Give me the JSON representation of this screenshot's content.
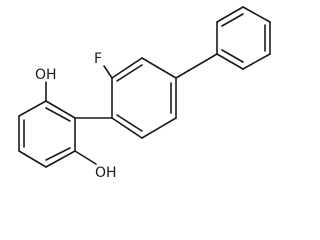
{
  "atoms": {
    "fluorine": "F",
    "hydroxyl_top": "OH",
    "hydroxyl_bottom": "OH"
  }
}
